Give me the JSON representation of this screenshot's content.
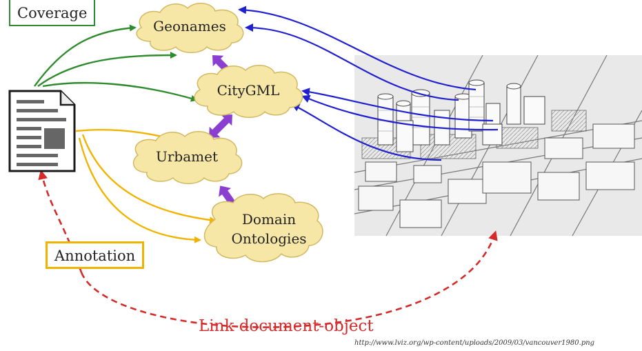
{
  "labels": {
    "coverage": "Coverage",
    "annotation": "Annotation",
    "link": "Link document-object",
    "source_url": "http://www.lviz.org/wp-content/uploads/2009/03/vancouver1980.png"
  },
  "clouds": {
    "geonames": "Geonames",
    "citygml": "CityGML",
    "urbamet": "Urbamet",
    "domain_line1": "Domain",
    "domain_line2": "Ontologies"
  },
  "colors": {
    "coverage_arrows": "#2e8b2e",
    "annotation_arrows": "#f0b400",
    "ontology_links": "#8a3fd1",
    "object_links": "#2020d0",
    "doc_object_link": "#d42a2a",
    "cloud_fill": "#f6e7a6",
    "cloud_stroke": "#d2b860"
  },
  "icons": {
    "document": "document-icon",
    "city_image": "city-sketch-image"
  }
}
